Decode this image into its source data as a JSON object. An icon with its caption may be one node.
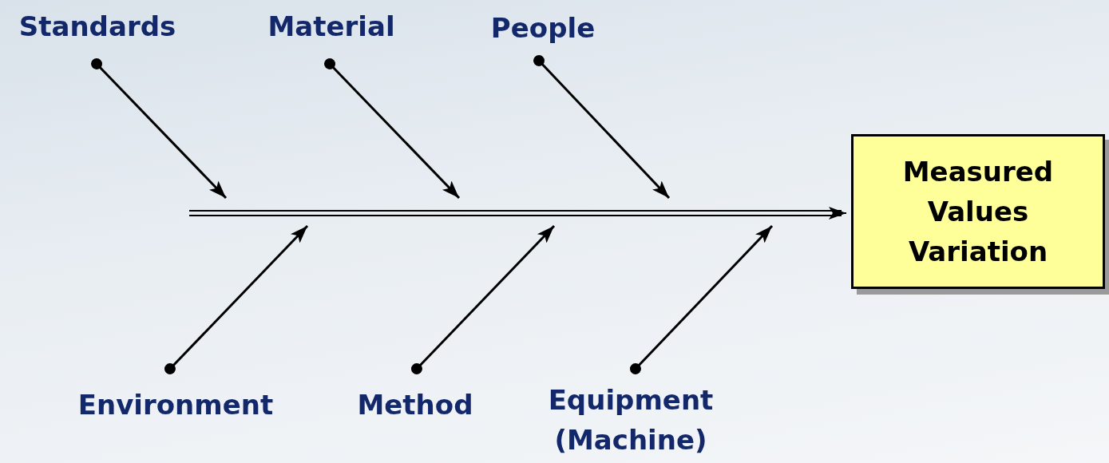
{
  "diagram": {
    "nodes": [
      {
        "text": [
          "Standards"
        ]
      },
      {
        "text": [
          "Material"
        ]
      },
      {
        "text": [
          "People"
        ]
      },
      {
        "text": [
          "Measured Values Variation"
        ]
      },
      {
        "text": [
          "Environment"
        ]
      },
      {
        "text": [
          "Method"
        ]
      },
      {
        "text": [
          "Equipment (Machine)"
        ]
      }
    ],
    "edges": [
      {
        "from": 0,
        "to": null,
        "arrow": "to"
      },
      {
        "from": 1,
        "to": null,
        "arrow": "to"
      },
      {
        "from": 2,
        "to": null,
        "arrow": "to"
      },
      {
        "from": 4,
        "to": null,
        "arrow": "to"
      },
      {
        "from": 5,
        "to": null,
        "arrow": "to"
      },
      {
        "from": 6,
        "to": null,
        "arrow": "to"
      },
      {
        "from": null,
        "to": 3,
        "arrow": "to"
      }
    ]
  }
}
